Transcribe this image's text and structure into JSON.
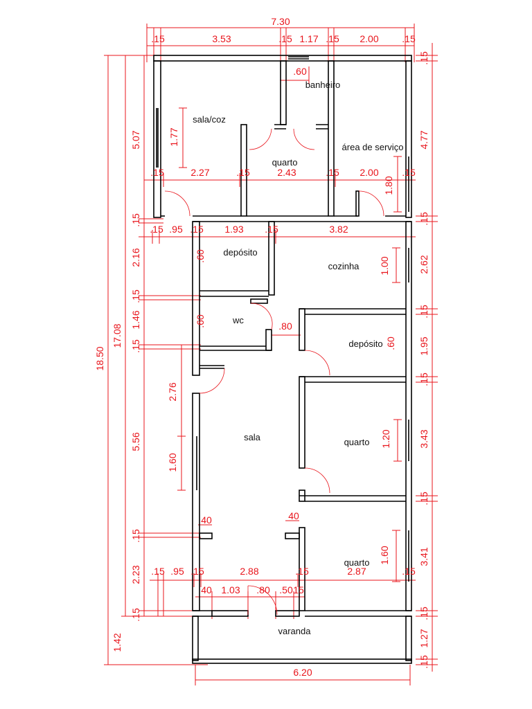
{
  "rooms": {
    "sala_coz": "sala/coz",
    "banheiro": "banheiro",
    "quarto_top": "quarto",
    "area_servico": "área de serviço",
    "deposito_left": "depósito",
    "cozinha": "cozinha",
    "wc": "wc",
    "deposito_right": "depósito",
    "sala": "sala",
    "quarto_mid": "quarto",
    "quarto_bottom": "quarto",
    "varanda": "varanda"
  },
  "dims": {
    "top_total": "7.30",
    "top_a": ".15",
    "top_b": "3.53",
    "top_c": ".15",
    "top_d": "1.17",
    "top_e": ".15",
    "top_f": "2.00",
    "top_g": ".15",
    "bath_window": ".60",
    "row1_a": ".15",
    "row1_b": "2.27",
    "row1_c": ".15",
    "row1_d": "2.43",
    "row1_e": ".15",
    "row1_f": "2.00",
    "row1_g": ".15",
    "row2_a": ".15",
    "row2_b": ".95",
    "row2_c": ".15",
    "row2_d": "1.93",
    "row2_e": ".15",
    "row2_f": "3.82",
    "left_total": "18.50",
    "left_inner": "17.08",
    "left_bottom": "1.42",
    "v_507": "5.07",
    "v_15a": ".15",
    "v_216": "2.16",
    "v_15b": ".15",
    "v_146": "1.46",
    "v_15c": ".15",
    "v_556": "5.56",
    "v_15d": ".15",
    "v_223": "2.23",
    "v_15e": ".15",
    "window_177": "1.77",
    "window_276": "2.76",
    "window_160": "1.60",
    "r_15a": ".15",
    "r_477": "4.77",
    "r_15b": ".15",
    "r_262": "2.62",
    "r_15c": ".15",
    "r_195": "1.95",
    "r_15d": ".15",
    "r_343": "3.43",
    "r_15e": ".15",
    "r_341": "3.41",
    "r_15f": ".15",
    "r_127": "1.27",
    "r_15g": ".15",
    "w_180": "1.80",
    "w_100": "1.00",
    "w_120": "1.20",
    "w_160r": "1.60",
    "dep_door": ".60",
    "wc_door": ".60",
    "dep_r_door": ".60",
    "hall_door": ".80",
    "sala_40a": "40",
    "sala_40b": "40",
    "row3_a": ".15",
    "row3_b": ".95",
    "row3_c": ".15",
    "row3_d": "2.88",
    "row3_e": ".15",
    "row3_f": "2.87",
    "row3_g": ".15",
    "row4_a": "40",
    "row4_b": "1.03",
    "row4_c": ".80",
    "row4_d": ".50",
    "row4_e": "15",
    "bottom_total": "6.20"
  }
}
